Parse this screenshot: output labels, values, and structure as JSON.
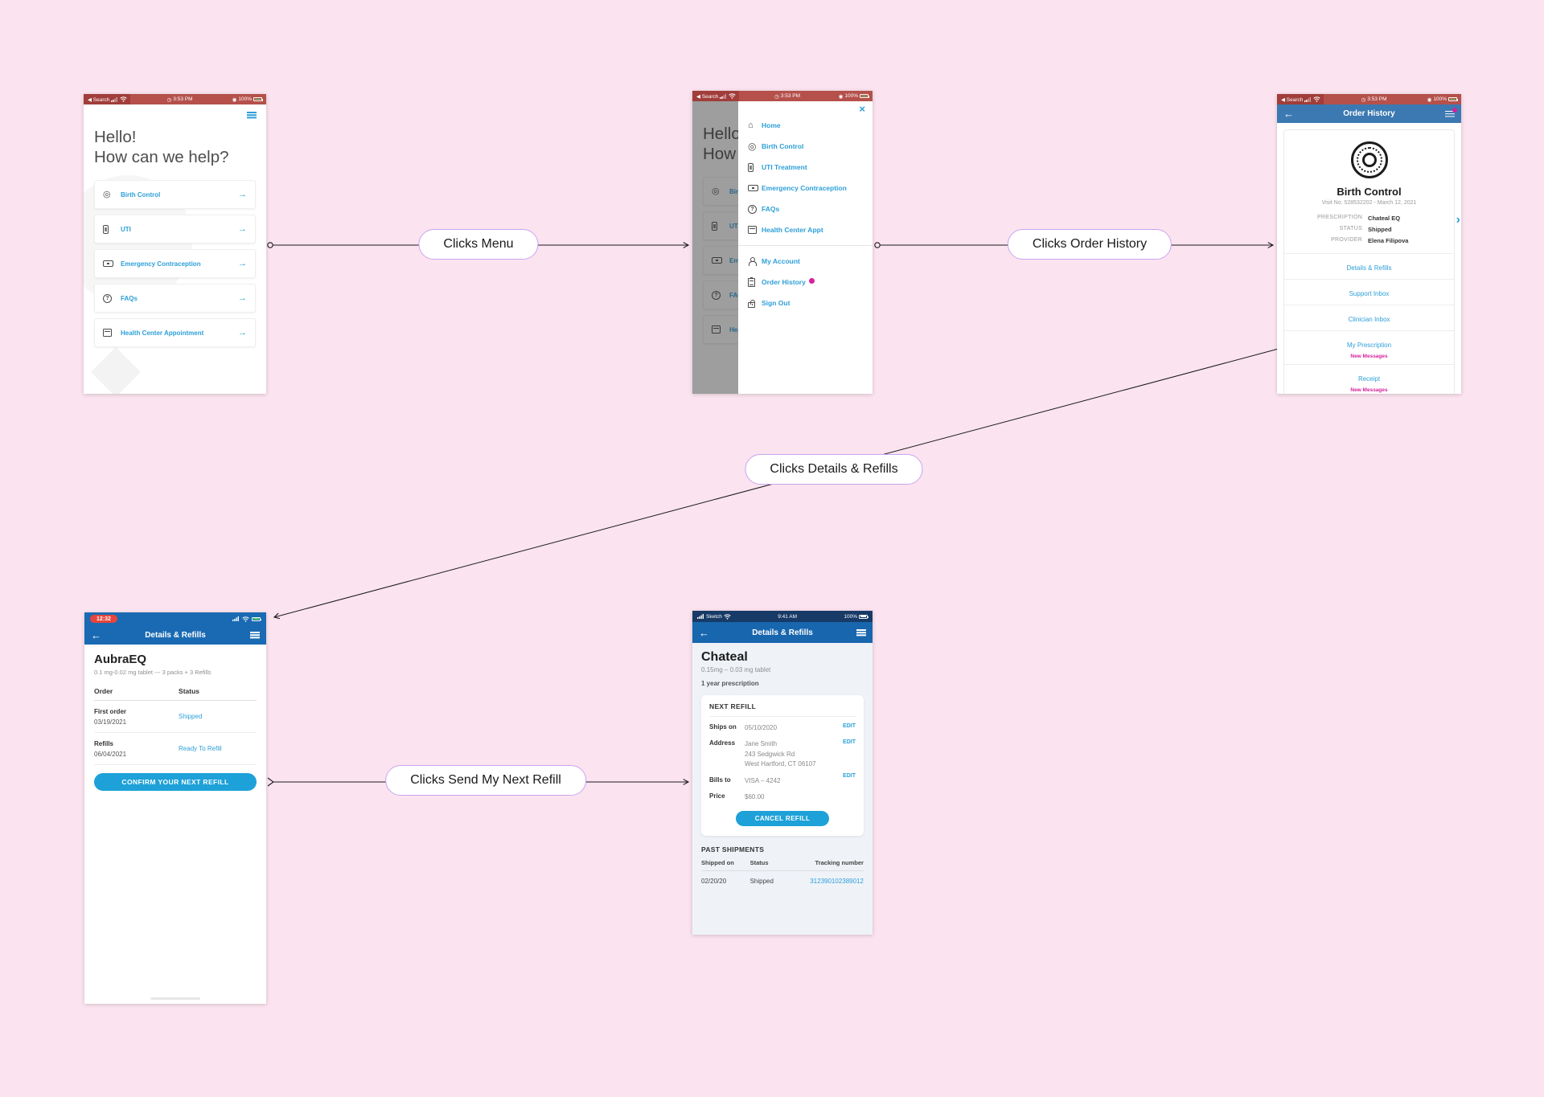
{
  "flow": {
    "label_menu": "Clicks Menu",
    "label_order_history": "Clicks Order History",
    "label_details": "Clicks Details & Refills",
    "label_refill": "Clicks Send My Next Refill"
  },
  "icons": {
    "back": "←",
    "close": "×",
    "arrow_right": "→",
    "chevron_right": "›",
    "home": "⌂",
    "ring": "◎",
    "question": "?"
  },
  "status_353": {
    "carrier": "◀ Search",
    "time": "3:53 PM",
    "battery_pct": "100%"
  },
  "screen_home": {
    "greeting_line1": "Hello!",
    "greeting_line2": "How can we help?",
    "cards": [
      "Birth Control",
      "UTI",
      "Emergency Contraception",
      "FAQs",
      "Health Center Appointment"
    ]
  },
  "screen_menu": {
    "items": [
      "Home",
      "Birth Control",
      "UTI Treatment",
      "Emergency Contraception",
      "FAQs",
      "Health Center Appt"
    ],
    "account_items": [
      "My Account",
      "Order History",
      "Sign Out"
    ]
  },
  "screen_order_history": {
    "nav_title": "Order History",
    "card_title": "Birth Control",
    "visit": "Visit No. 528532202 - March 12, 2021",
    "fields": [
      {
        "label": "PRESCRIPTION",
        "value": "Chateal EQ"
      },
      {
        "label": "STATUS",
        "value": "Shipped"
      },
      {
        "label": "PROVIDER",
        "value": "Elena Filipova"
      }
    ],
    "links": [
      "Details & Refills",
      "Support Inbox",
      "Clinician Inbox",
      "My Prescription",
      "Receipt"
    ],
    "new_messages": "New Messages"
  },
  "screen_details_aubra": {
    "status_time": "12:32",
    "nav_title": "Details & Refills",
    "title": "AubraEQ",
    "subtitle": "0.1 mg-0.02 mg tablet --- 3 packs + 3 Refills",
    "col_order": "Order",
    "col_status": "Status",
    "rows": [
      {
        "name": "First order",
        "date": "03/19/2021",
        "status": "Shipped"
      },
      {
        "name": "Refills",
        "date": "06/04/2021",
        "status": "Ready To Refill"
      }
    ],
    "button": "CONFIRM YOUR NEXT REFILL"
  },
  "screen_details_chateal": {
    "status_left": "Sketch",
    "status_time": "9:41 AM",
    "status_right": "100%",
    "nav_title": "Details & Refills",
    "title": "Chateal",
    "subtitle": "0.15mg – 0.03 mg tablet",
    "duration": "1 year prescription",
    "section_title": "NEXT REFILL",
    "edit": "EDIT",
    "ships_label": "Ships on",
    "ships_value": "05/10/2020",
    "address_label": "Address",
    "address_lines": [
      "Jane Smith",
      "243 Sedgwick Rd",
      "West Hartford, CT 06107"
    ],
    "bills_label": "Bills to",
    "bills_value": "VISA – 4242",
    "price_label": "Price",
    "price_value": "$60.00",
    "cancel_button": "CANCEL REFILL",
    "past_title": "PAST SHIPMENTS",
    "past_headers": [
      "Shipped on",
      "Status",
      "Tracking number"
    ],
    "past_row": {
      "date": "02/20/20",
      "status": "Shipped",
      "tracking": "312390102389012"
    }
  }
}
